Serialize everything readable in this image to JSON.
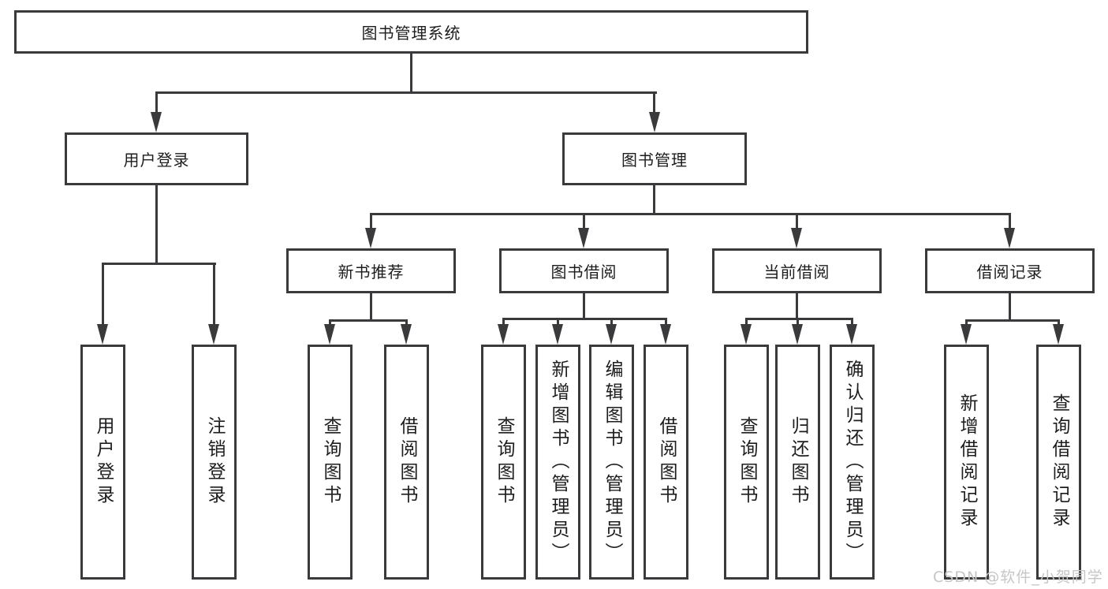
{
  "colors": {
    "background": "#ffffff",
    "line": "#3a3a3c",
    "box_border": "#3a3a3c",
    "box_background": "#ffffff",
    "text": "#1d1d1f",
    "watermark": "#c6c6c6"
  },
  "diagram": {
    "root": {
      "label": "图书管理系统"
    },
    "level2": [
      {
        "label": "用户登录"
      },
      {
        "label": "图书管理"
      }
    ],
    "level3": [
      {
        "label": "新书推荐"
      },
      {
        "label": "图书借阅"
      },
      {
        "label": "当前借阅"
      },
      {
        "label": "借阅记录"
      }
    ],
    "leaves": {
      "user_login": [
        {
          "label": "用户登录"
        },
        {
          "label": "注销登录"
        }
      ],
      "new_book_recommend": [
        {
          "label": "查询图书"
        },
        {
          "label": "借阅图书"
        }
      ],
      "book_borrowing": [
        {
          "label": "查询图书"
        },
        {
          "label": "新增图书（管理员）"
        },
        {
          "label": "编辑图书（管理员）"
        },
        {
          "label": "借阅图书"
        }
      ],
      "current_borrowing": [
        {
          "label": "查询图书"
        },
        {
          "label": "归还图书"
        },
        {
          "label": "确认归还（管理员）"
        }
      ],
      "borrowing_records": [
        {
          "label": "新增借阅记录"
        },
        {
          "label": "查询借阅记录"
        }
      ]
    }
  },
  "watermark": {
    "text": "CSDN @软件_小贺同学"
  }
}
